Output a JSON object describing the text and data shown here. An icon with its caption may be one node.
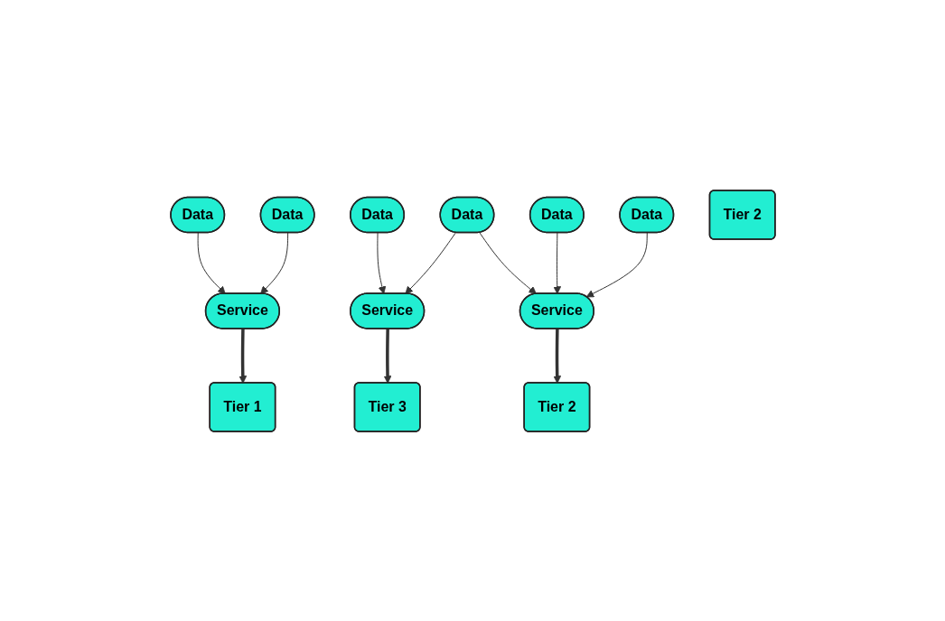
{
  "diagram": {
    "nodes": [
      {
        "text": [
          "Data"
        ]
      },
      {
        "text": [
          "Data"
        ]
      },
      {
        "text": [
          "Data"
        ]
      },
      {
        "text": [
          "Data"
        ]
      },
      {
        "text": [
          "Data"
        ]
      },
      {
        "text": [
          "Data"
        ]
      },
      {
        "text": [
          "Service"
        ]
      },
      {
        "text": [
          "Service"
        ]
      },
      {
        "text": [
          "Service"
        ]
      },
      {
        "text": [
          "Tier 3"
        ]
      },
      {
        "text": [
          "Tier 2"
        ]
      },
      {
        "text": [
          "Tier 2"
        ]
      },
      {
        "text": [
          "Tier 1"
        ]
      }
    ],
    "edges": [
      {
        "from": 0,
        "to": 6,
        "arrow": "to"
      },
      {
        "from": 1,
        "to": 6,
        "arrow": "to"
      },
      {
        "from": 2,
        "to": 7,
        "arrow": "to"
      },
      {
        "from": 3,
        "to": 7,
        "arrow": "to"
      },
      {
        "from": 3,
        "to": 8,
        "arrow": "to"
      },
      {
        "from": 4,
        "to": 8,
        "arrow": "to"
      },
      {
        "from": 5,
        "to": 8,
        "arrow": "to"
      },
      {
        "from": 6,
        "to": 12,
        "arrow": "to",
        "style": "thick"
      },
      {
        "from": 7,
        "to": 9,
        "arrow": "to",
        "style": "thick"
      },
      {
        "from": 8,
        "to": 11,
        "arrow": "to",
        "style": "thick"
      }
    ]
  }
}
